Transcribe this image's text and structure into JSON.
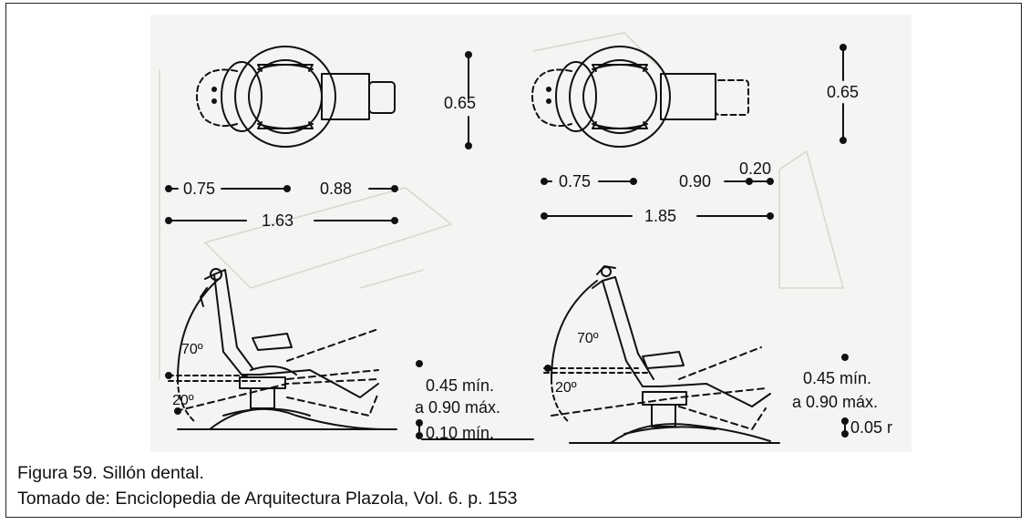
{
  "figure": {
    "left_plan": {
      "width_label": "0.65",
      "seg1_label": "0.75",
      "seg2_label": "0.88",
      "total_label": "1.63"
    },
    "right_plan": {
      "width_label": "0.65",
      "seg1_label": "0.75",
      "seg2_label": "0.90",
      "seg3_label": "0.20",
      "total_label": "1.85"
    },
    "left_elevation": {
      "angle_up": "70º",
      "angle_down": "20º",
      "height_min": "0.45 mín.",
      "height_max": "a 0.90 máx.",
      "base_label": "0.10 mín."
    },
    "right_elevation": {
      "angle_up": "70º",
      "angle_down": "20º",
      "height_min": "0.45 mín.",
      "height_max": "a 0.90 máx.",
      "base_label": "0.05 r"
    }
  },
  "caption": {
    "line1": "Figura 59.  Sillón dental.",
    "line2": "Tomado de: Enciclopedia de Arquitectura Plazola, Vol. 6. p. 153"
  }
}
